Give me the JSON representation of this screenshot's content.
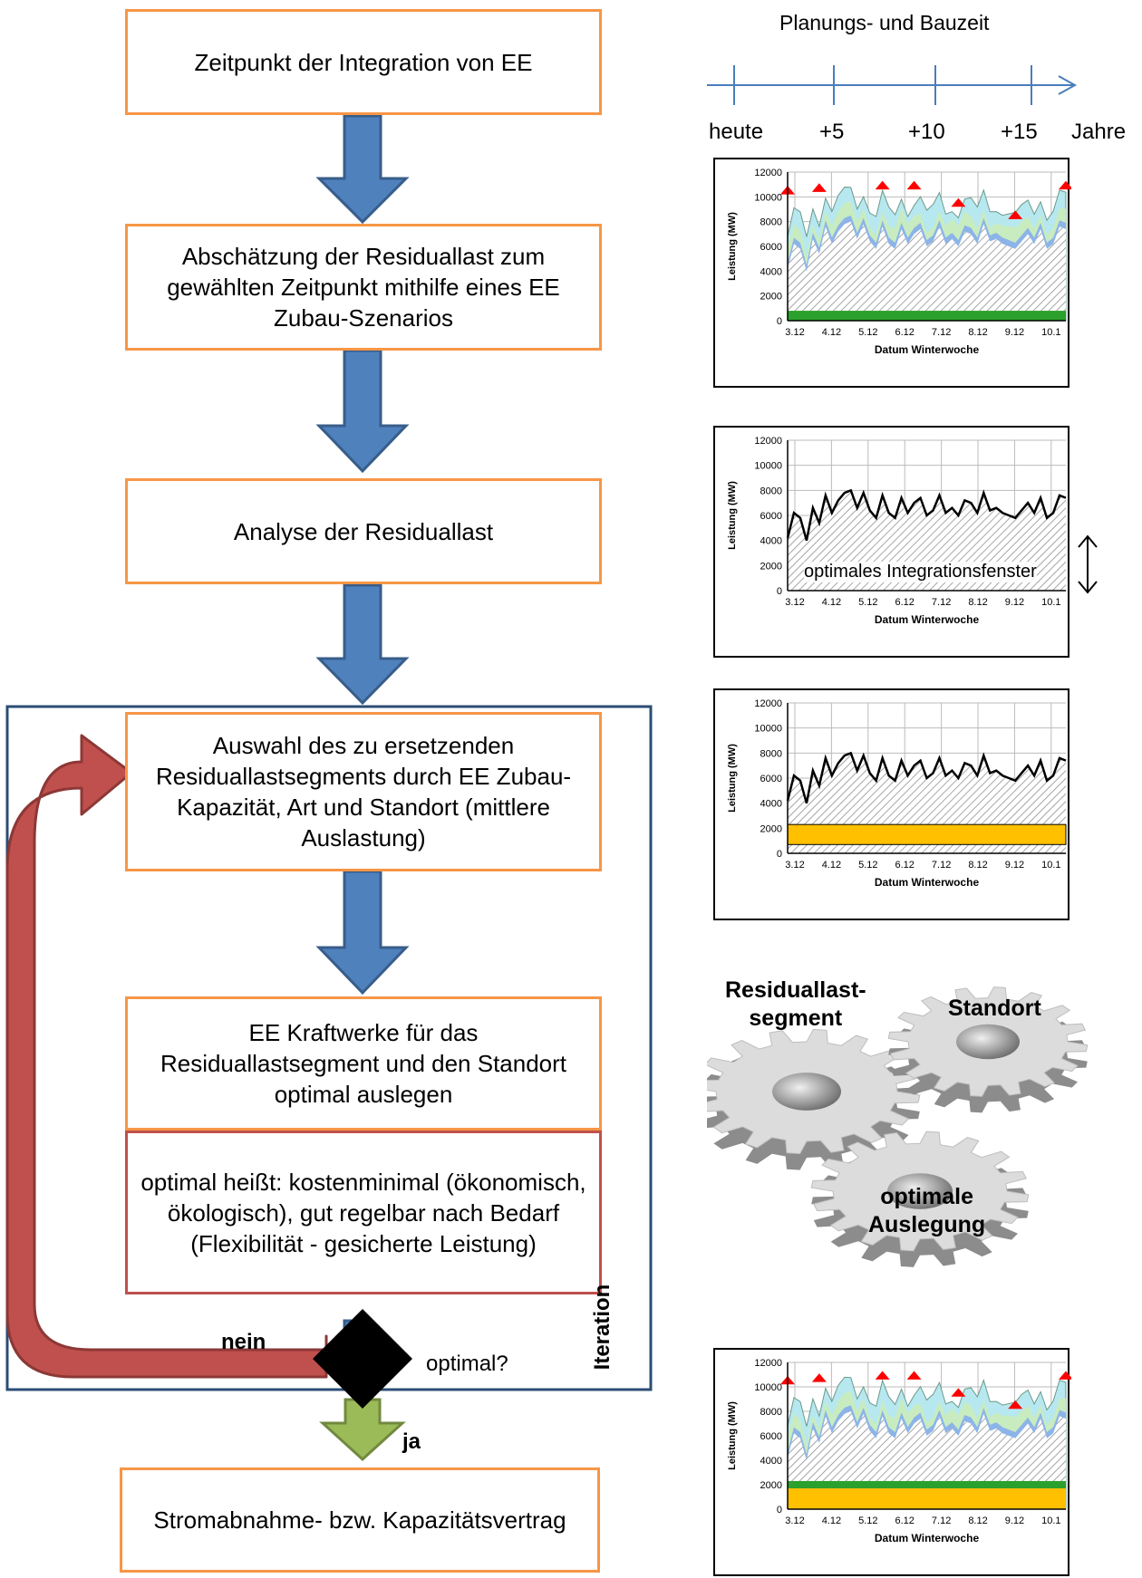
{
  "flowchart": {
    "step1": "Zeitpunkt der Integration von EE",
    "step2": "Abschätzung der Residuallast zum gewählten Zeitpunkt mithilfe eines EE Zubau-Szenarios",
    "step3": "Analyse der Residuallast",
    "step4": "Auswahl des zu ersetzenden Residuallastsegments durch EE Zubau-Kapazität, Art und Standort (mittlere Auslastung)",
    "step5": "EE Kraftwerke für das Residuallastsegment und den Standort optimal auslegen",
    "step5_note": "optimal heißt: kostenminimal (ökonomisch, ökologisch), gut regelbar nach Bedarf (Flexibilität - gesicherte Leistung)",
    "decision": "optimal?",
    "no_label": "nein",
    "yes_label": "ja",
    "iteration_label": "Iteration",
    "final_step": "Stromabnahme- bzw. Kapazitätsvertrag"
  },
  "timeline": {
    "title": "Planungs- und Bauzeit",
    "ticks": [
      "heute",
      "+5",
      "+10",
      "+15"
    ],
    "unit": "Jahre"
  },
  "chart_annotation": "optimales Integrationsfenster",
  "gears": {
    "residual": "Residuallast-\nsegment",
    "location": "Standort",
    "design": "optimale\nAuslegung"
  },
  "chart_data": [
    {
      "type": "area",
      "ylabel": "Leistung (MW)",
      "xlabel": "Datum Winterwoche",
      "categories": [
        "3.12",
        "4.12",
        "5.12",
        "6.12",
        "7.12",
        "8.12",
        "9.12",
        "10.1"
      ],
      "ylim": [
        0,
        12000
      ],
      "yticks": [
        0,
        2000,
        4000,
        6000,
        8000,
        10000,
        12000
      ],
      "series": [],
      "residual_load": [
        4200,
        6200,
        5800,
        4000,
        6600,
        5400,
        7600,
        6200,
        7200,
        7800,
        8000,
        6600,
        7800,
        6400,
        5800,
        7600,
        6200,
        5800,
        7400,
        6200,
        7000,
        7400,
        6000,
        6400,
        7600,
        6200,
        6600,
        6000,
        7200,
        7000,
        6200,
        7800,
        6400,
        6600,
        6200,
        6000,
        5800,
        6400,
        7000,
        6200,
        7400,
        5800,
        6200,
        7600,
        7400
      ]
    },
    {
      "type": "area",
      "ylabel": "Leistung (MW)",
      "xlabel": "Datum Winterwoche",
      "categories": [
        "3.12",
        "4.12",
        "5.12",
        "6.12",
        "7.12",
        "8.12",
        "9.12",
        "10.1"
      ],
      "ylim": [
        0,
        12000
      ],
      "yticks": [
        0,
        2000,
        4000,
        6000,
        8000,
        10000,
        12000
      ]
    },
    {
      "type": "area",
      "ylabel": "Leistung (MW)",
      "xlabel": "Datum Winterwoche",
      "categories": [
        "3.12",
        "4.12",
        "5.12",
        "6.12",
        "7.12",
        "8.12",
        "9.12",
        "10.1"
      ],
      "ylim": [
        0,
        12000
      ],
      "yticks": [
        0,
        2000,
        4000,
        6000,
        8000,
        10000,
        12000
      ],
      "segment_band": [
        700,
        2300
      ]
    },
    {
      "type": "area",
      "ylabel": "Leistung (MW)",
      "xlabel": "Datum Winterwoche",
      "categories": [
        "3.12",
        "4.12",
        "5.12",
        "6.12",
        "7.12",
        "8.12",
        "9.12",
        "10.1"
      ],
      "ylim": [
        0,
        12000
      ],
      "yticks": [
        0,
        2000,
        4000,
        6000,
        8000,
        10000,
        12000
      ]
    }
  ]
}
